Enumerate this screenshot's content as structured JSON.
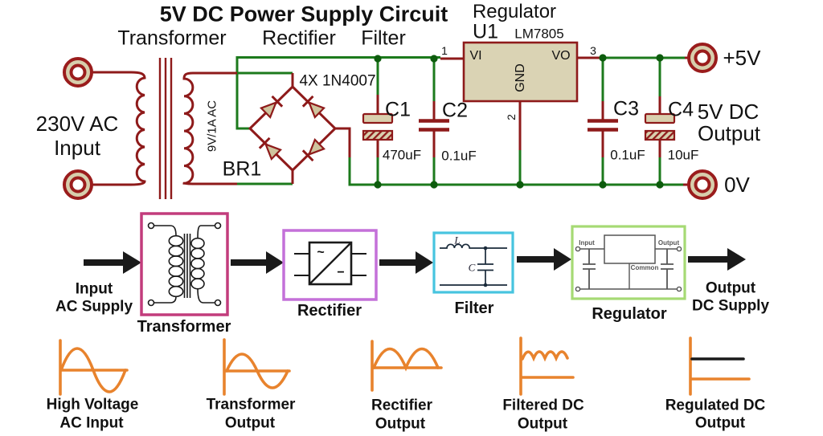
{
  "title": "5V DC Power Supply Circuit",
  "schematic": {
    "sections": {
      "transformer": "Transformer",
      "rectifier": "Rectifier",
      "filter": "Filter",
      "regulator": "Regulator"
    },
    "input_terminal": {
      "line1": "230V AC",
      "line2": "Input"
    },
    "transformer": {
      "secondary_rating": "9V/1A AC"
    },
    "bridge": {
      "ref": "BR1",
      "note": "4X 1N4007"
    },
    "ic": {
      "ref": "U1",
      "part": "LM7805",
      "vi": "VI",
      "vo": "VO",
      "gnd": "GND",
      "pin1": "1",
      "pin2": "2",
      "pin3": "3"
    },
    "caps": [
      {
        "ref": "C1",
        "value": "470uF"
      },
      {
        "ref": "C2",
        "value": "0.1uF"
      },
      {
        "ref": "C3",
        "value": "0.1uF"
      },
      {
        "ref": "C4",
        "value": "10uF"
      }
    ],
    "output": {
      "plus": "+5V",
      "zero": "0V",
      "line1": "5V DC",
      "line2": "Output"
    }
  },
  "blocks": {
    "flow_in": {
      "line1": "Input",
      "line2": "AC Supply"
    },
    "flow_out": {
      "line1": "Output",
      "line2": "DC Supply"
    },
    "transformer": "Transformer",
    "rectifier": "Rectifier",
    "filter": "Filter",
    "regulator": "Regulator",
    "rectifier_symbols": {
      "ac": "~",
      "dc": "−"
    },
    "regulator_pins": {
      "input": "Input",
      "output": "Output",
      "common": "Common"
    },
    "filter_parts": {
      "inductor": "L",
      "capacitor": "C"
    }
  },
  "waveforms": [
    {
      "line1": "High Voltage",
      "line2": "AC Input"
    },
    {
      "line1": "Transformer",
      "line2": "Output"
    },
    {
      "line1": "Rectifier",
      "line2": "Output"
    },
    {
      "line1": "Filtered DC",
      "line2": "Output"
    },
    {
      "line1": "Regulated DC",
      "line2": "Output"
    }
  ],
  "colors": {
    "component_maroon": "#8E1A1A",
    "wire_green": "#1C7A1C",
    "junction_green": "#0D5C0D",
    "component_fill": "#D9D0AE",
    "waveform_orange": "#E8832D",
    "block_pink": "#C23C7C",
    "block_purple": "#C471D9",
    "block_cyan": "#47C4DF",
    "block_green": "#A6DA74"
  }
}
